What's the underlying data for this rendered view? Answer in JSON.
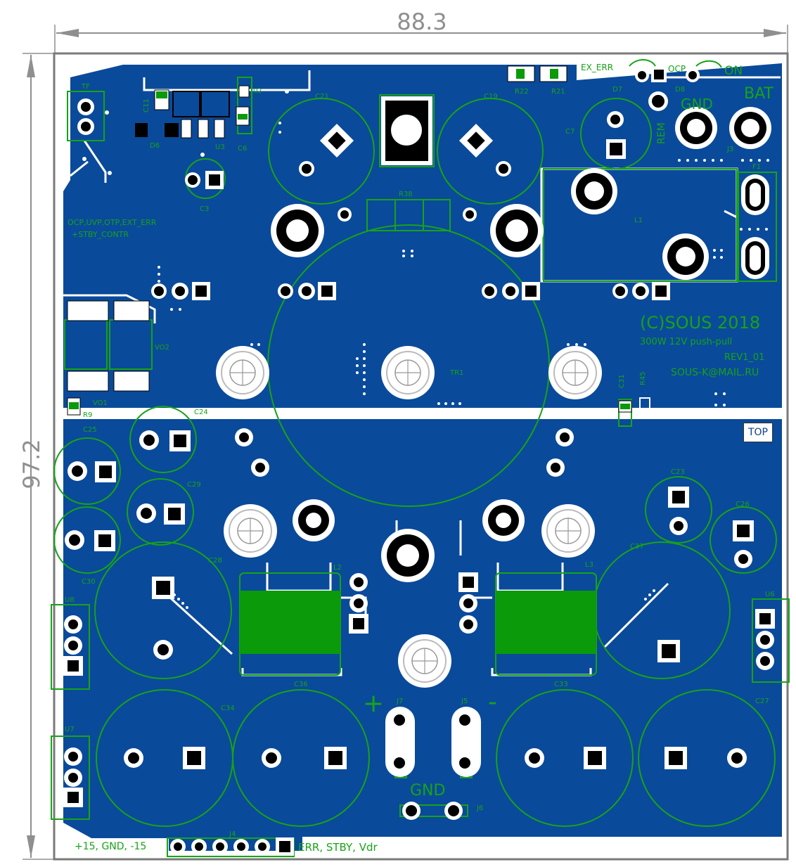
{
  "dimensions": {
    "width": "88.3",
    "height": "97.2"
  },
  "board": {
    "colors": {
      "copper": "#0a4a9a",
      "silk": "#17a317",
      "gap": "#ffffff"
    },
    "top_label": "TOP",
    "notes": {
      "protection": "OCP,UVP,OTP,EXT_ERR",
      "standby": "+STBY_CONTR",
      "brand": "(C)SOUS 2018",
      "spec": "300W 12V push-pull",
      "rev": "REV1_01",
      "email": "SOUS-K@MAIL.RU"
    },
    "connector_labels": {
      "ex_err": "EX_ERR",
      "ocp": "OCP",
      "on": "ON",
      "bat": "BAT",
      "gnd_top": "GND",
      "rem": "REM",
      "gnd_bottom": "GND",
      "plus": "+",
      "minus": "-",
      "j4_left": "+15, GND, -15",
      "j4_right": "ERR, STBY, Vdr"
    },
    "designators": {
      "tf": "TF",
      "c11": "C11",
      "d6": "D6",
      "u3": "U3",
      "c6": "C6",
      "u2": "U2",
      "c21": "C21",
      "c19": "C19",
      "r38": "R38",
      "r22": "R22",
      "r21": "R21",
      "d7": "D7",
      "d8": "D8",
      "c7": "C7",
      "j3": "J3",
      "f1": "F1",
      "l1": "L1",
      "c3": "C3",
      "tr1": "TR1",
      "c31": "C31",
      "r45": "R45",
      "vo1": "VO1",
      "vo2": "VO2",
      "r9": "R9",
      "c24": "C24",
      "c25": "C25",
      "c29": "C29",
      "c30": "C30",
      "c28": "C28",
      "l2": "L2",
      "l3": "L3",
      "c37": "C37",
      "c23": "C23",
      "c26": "C26",
      "u6": "U6",
      "u8": "U8",
      "u7": "U7",
      "c34": "C34",
      "c36": "C36",
      "c33": "C33",
      "c27": "C27",
      "j7": "J7",
      "j5": "J5",
      "j6": "J6",
      "j4": "J4"
    }
  }
}
